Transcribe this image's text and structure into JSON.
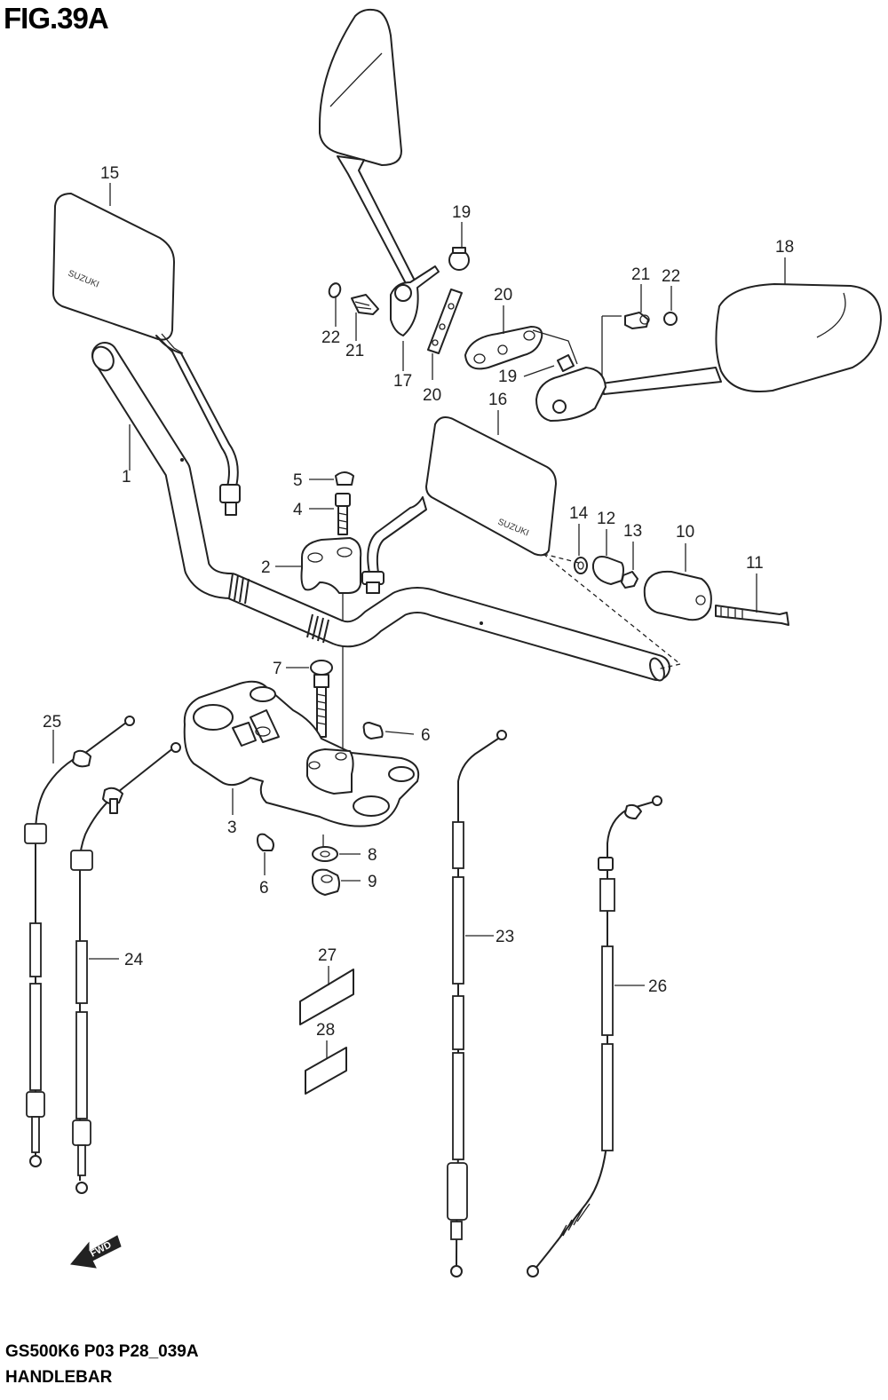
{
  "figure": {
    "title": "FIG.39A",
    "model_code": "GS500K6 P03 P28_039A",
    "name": "HANDLEBAR",
    "brand_marks": [
      "SUZUKI",
      "SUZUKI"
    ],
    "direction_mark": "FWD"
  },
  "callouts": [
    {
      "num": "1"
    },
    {
      "num": "2"
    },
    {
      "num": "3"
    },
    {
      "num": "4"
    },
    {
      "num": "5"
    },
    {
      "num": "6"
    },
    {
      "num": "6"
    },
    {
      "num": "7"
    },
    {
      "num": "8"
    },
    {
      "num": "9"
    },
    {
      "num": "10"
    },
    {
      "num": "11"
    },
    {
      "num": "12"
    },
    {
      "num": "13"
    },
    {
      "num": "14"
    },
    {
      "num": "15"
    },
    {
      "num": "16"
    },
    {
      "num": "17"
    },
    {
      "num": "18"
    },
    {
      "num": "19"
    },
    {
      "num": "19"
    },
    {
      "num": "20"
    },
    {
      "num": "20"
    },
    {
      "num": "21"
    },
    {
      "num": "21"
    },
    {
      "num": "22"
    },
    {
      "num": "22"
    },
    {
      "num": "23"
    },
    {
      "num": "24"
    },
    {
      "num": "25"
    },
    {
      "num": "26"
    },
    {
      "num": "27"
    },
    {
      "num": "28"
    }
  ]
}
